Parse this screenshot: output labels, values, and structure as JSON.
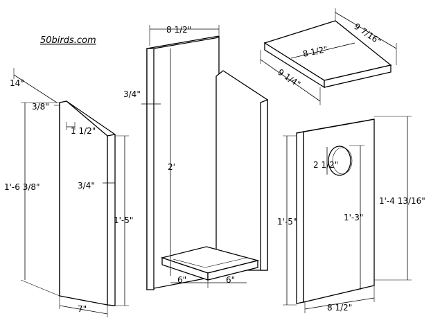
{
  "watermark": "50birds.com",
  "side_piece": {
    "top_angle": "14°",
    "top_offset": "3/8\"",
    "top_width": "1 1/2\"",
    "height_long": "1'-6 3/8\"",
    "thickness": "3/4\"",
    "height_short": "1'-5\"",
    "bottom_width": "7\""
  },
  "back_assembly": {
    "width": "8 1/2\"",
    "thickness": "3/4\"",
    "height": "2'",
    "floor_depth": "6\"",
    "floor_width": "6\""
  },
  "roof": {
    "length": "9 7/16\"",
    "inner_width": "8 1/2\"",
    "width": "9 1/4\""
  },
  "front_piece": {
    "hole": "2 1/2\"",
    "height_left": "1'-5\"",
    "hole_to_bottom": "1'-3\"",
    "height_right": "1'-4 13/16\"",
    "width": "8 1/2\""
  }
}
